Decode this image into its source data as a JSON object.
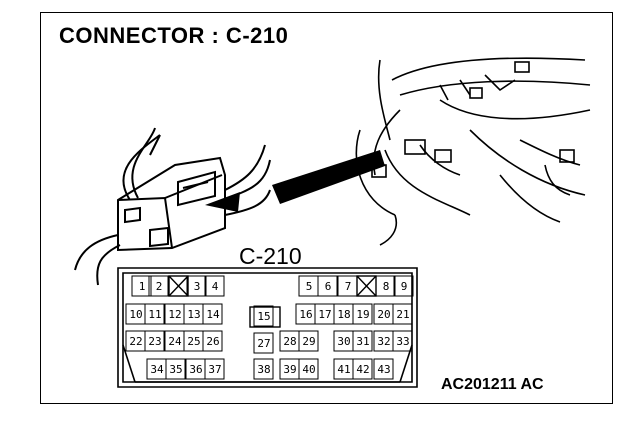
{
  "title": "CONNECTOR : C-210",
  "connector_label": "C-210",
  "figure_code": "AC201211 AC",
  "pins": [
    {
      "n": "1"
    },
    {
      "n": "2"
    },
    {
      "n": "3"
    },
    {
      "n": "4"
    },
    {
      "n": "5"
    },
    {
      "n": "6"
    },
    {
      "n": "7"
    },
    {
      "n": "8"
    },
    {
      "n": "9"
    },
    {
      "n": "10"
    },
    {
      "n": "11"
    },
    {
      "n": "12"
    },
    {
      "n": "13"
    },
    {
      "n": "14"
    },
    {
      "n": "15"
    },
    {
      "n": "16"
    },
    {
      "n": "17"
    },
    {
      "n": "18"
    },
    {
      "n": "19"
    },
    {
      "n": "20"
    },
    {
      "n": "21"
    },
    {
      "n": "22"
    },
    {
      "n": "23"
    },
    {
      "n": "24"
    },
    {
      "n": "25"
    },
    {
      "n": "26"
    },
    {
      "n": "27"
    },
    {
      "n": "28"
    },
    {
      "n": "29"
    },
    {
      "n": "30"
    },
    {
      "n": "31"
    },
    {
      "n": "32"
    },
    {
      "n": "33"
    },
    {
      "n": "34"
    },
    {
      "n": "35"
    },
    {
      "n": "36"
    },
    {
      "n": "37"
    },
    {
      "n": "38"
    },
    {
      "n": "39"
    },
    {
      "n": "40"
    },
    {
      "n": "41"
    },
    {
      "n": "42"
    },
    {
      "n": "43"
    }
  ]
}
